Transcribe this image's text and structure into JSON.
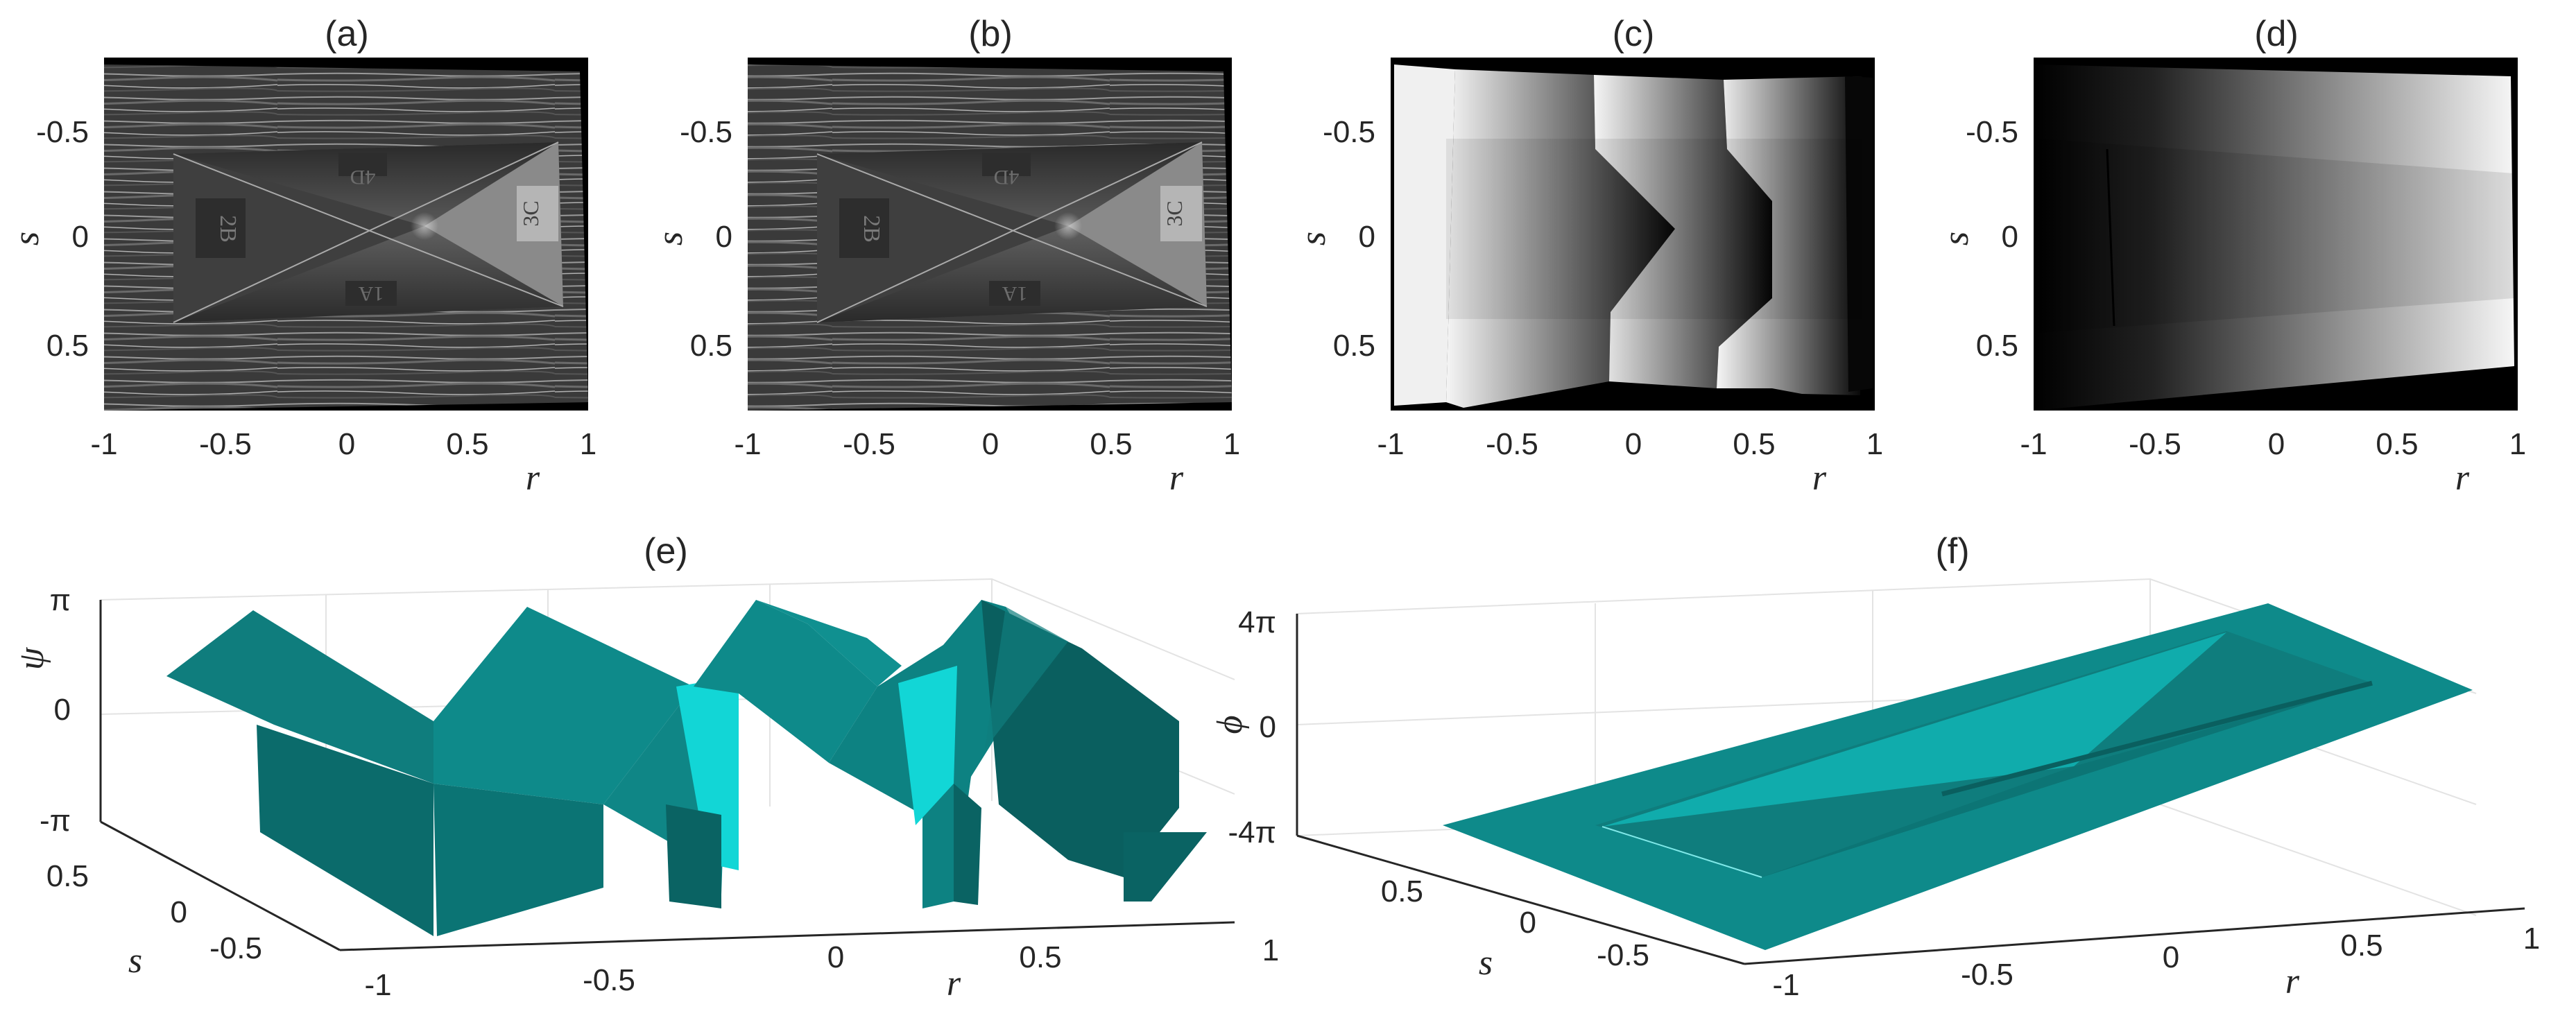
{
  "figure": {
    "colors": {
      "surface": "#0e8a8a",
      "surface_dark": "#0a5f5f",
      "surface_mid": "#0f7d7d",
      "surface_bright": "#12d6d6",
      "axis": "#262626",
      "grid": "#e3e3e3",
      "background": "#ffffff"
    },
    "panels_2d": [
      {
        "label": "(a)",
        "xlabel": "r",
        "ylabel": "s",
        "xticks": [
          "-1",
          "-0.5",
          "0",
          "0.5",
          "1"
        ],
        "yticks": [
          "-0.5",
          "0",
          "0.5"
        ],
        "image": "grayscale photo of a wooden surface with a folded paper target marked 4D, 2B, 3C, 1A"
      },
      {
        "label": "(b)",
        "xlabel": "r",
        "ylabel": "s",
        "xticks": [
          "-1",
          "-0.5",
          "0",
          "0.5",
          "1"
        ],
        "yticks": [
          "-0.5",
          "0",
          "0.5"
        ],
        "image": "grayscale photo of a wooden surface with a folded paper target marked 4D, 2B, 3C, 1A"
      },
      {
        "label": "(c)",
        "xlabel": "r",
        "ylabel": "s",
        "xticks": [
          "-1",
          "-0.5",
          "0",
          "0.5",
          "1"
        ],
        "yticks": [
          "-0.5",
          "0",
          "0.5"
        ],
        "image": "wrapped phase map with chevron shaped fringes"
      },
      {
        "label": "(d)",
        "xlabel": "r",
        "ylabel": "s",
        "xticks": [
          "-1",
          "-0.5",
          "0",
          "0.5",
          "1"
        ],
        "yticks": [
          "-0.5",
          "0",
          "0.5"
        ],
        "image": "unwrapped phase map, dark at left to bright at right"
      }
    ],
    "panels_3d": [
      {
        "label": "(e)",
        "xlabel": "r",
        "ylabel": "s",
        "zlabel": "ψ",
        "xticks": [
          "-1",
          "-0.5",
          "0",
          "0.5",
          "1"
        ],
        "yticks": [
          "0.5",
          "0",
          "-0.5"
        ],
        "zticks": [
          "π",
          "0",
          "-π"
        ],
        "surface": "wrapped phase surface"
      },
      {
        "label": "(f)",
        "xlabel": "r",
        "ylabel": "s",
        "zlabel": "ϕ",
        "xticks": [
          "-1",
          "-0.5",
          "0",
          "0.5",
          "1"
        ],
        "yticks": [
          "0.5",
          "0",
          "-0.5"
        ],
        "zticks": [
          "4π",
          "0",
          "-4π"
        ],
        "surface": "unwrapped phase surface"
      }
    ],
    "target_marks": [
      "4D",
      "2B",
      "3C",
      "1A"
    ]
  }
}
